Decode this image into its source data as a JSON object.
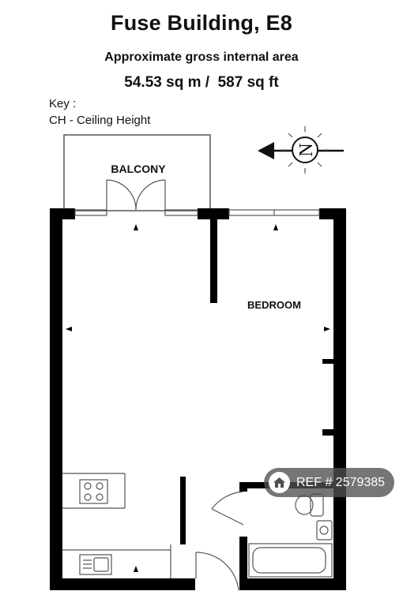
{
  "header": {
    "title": "Fuse Building, E8",
    "subtitle": "Approximate gross internal area",
    "area_sqm": "54.53 sq m /",
    "area_sqft": "587 sq ft"
  },
  "key": {
    "title": "Key :",
    "item": "CH - Ceiling Height"
  },
  "compass": {
    "letter": "N",
    "icon": "north-arrow-icon"
  },
  "rooms": {
    "balcony": "BALCONY",
    "bedroom": "BEDROOM"
  },
  "watermark": {
    "text": "REF # 2579385",
    "icon": "house-icon"
  },
  "colors": {
    "wall": "#000000",
    "thin_line": "#555555",
    "badge_bg": "#505050"
  }
}
